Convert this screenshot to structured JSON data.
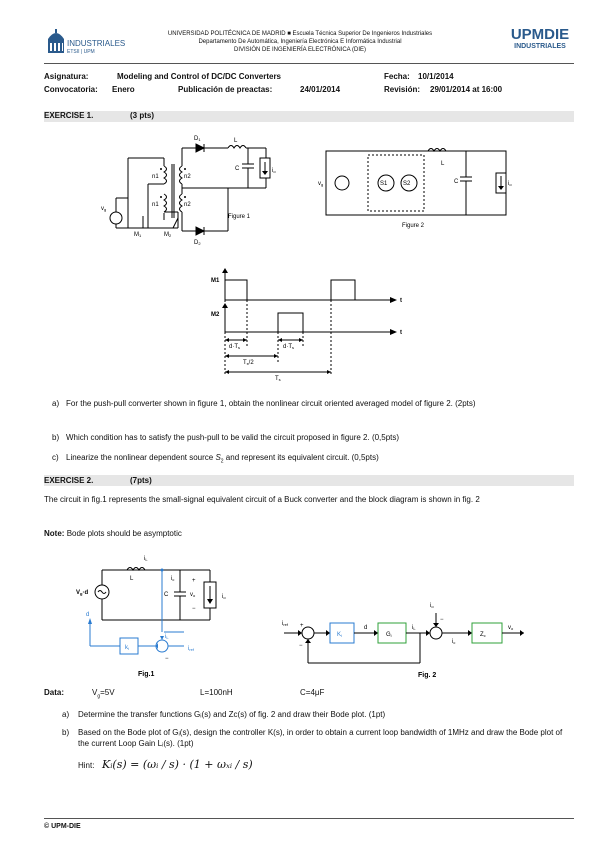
{
  "header": {
    "university": "UNIVERSIDAD POLITÉCNICA DE MADRID ■ Escuela Técnica Superior De Ingenieros Industriales",
    "department": "Departamento De Automática, Ingeniería Electrónica E Informática Industrial",
    "division": "DIVISIÓN DE INGENIERÍA ELECTRÓNICA (DIE)",
    "logo_left_text": "INDUSTRIALES",
    "logo_left_sub": "ETSII | UPM",
    "logo_right_main": "UPMDIE",
    "logo_right_sub": "INDUSTRIALES"
  },
  "meta": {
    "asignatura_label": "Asignatura:",
    "asignatura_value": "Modeling and Control of DC/DC Converters",
    "fecha_label": "Fecha:",
    "fecha_value": "10/1/2014",
    "convocatoria_label": "Convocatoria:",
    "convocatoria_value": "Enero",
    "publicacion_label": "Publicación de preactas:",
    "publicacion_value": "24/01/2014",
    "revision_label": "Revisión:",
    "revision_value": "29/01/2014 at 16:00"
  },
  "exercise1": {
    "title": "EXERCISE 1.",
    "points": "(3 pts)",
    "figure1_caption": "Figure 1",
    "figure2_caption": "Figure 2",
    "fig1_labels": {
      "d1": "D",
      "d1_sub": "1",
      "d2": "D",
      "d2_sub": "2",
      "l": "L",
      "c": "C",
      "io": "i",
      "io_sub": "o",
      "vg": "v",
      "vg_sub": "g",
      "m1": "M",
      "m1_sub": "1",
      "m2": "M",
      "m2_sub": "2",
      "n1a": "n1",
      "n2a": "n2",
      "n1b": "n1",
      "n2b": "n2"
    },
    "fig2_labels": {
      "vg": "v",
      "vg_sub": "g",
      "s1": "S1",
      "s2": "S2",
      "l": "L",
      "c": "C",
      "io": "i",
      "io_sub": "o"
    },
    "timing_labels": {
      "m1": "M1",
      "m2": "M2",
      "t1": "t",
      "t2": "t",
      "dts1": "d·T",
      "dts1_sub": "s",
      "dts2": "d·T",
      "dts2_sub": "s",
      "ts2": "T",
      "ts2_sub": "s",
      "ts2_div": "/2",
      "ts": "T",
      "ts_sub": "s"
    },
    "items": [
      {
        "label": "a)",
        "text": "For the push-pull converter shown in figure 1, obtain the nonlinear circuit oriented averaged model of figure 2. (2pts)"
      },
      {
        "label": "b)",
        "text": "Which condition has to satisfy the push-pull to be valid the circuit proposed in figure 2. (0,5pts)"
      },
      {
        "label": "c)",
        "text_pre": "Linearize the nonlinear dependent source ",
        "text_em": "S",
        "text_em_sub": "2",
        "text_post": " and represent its equivalent circuit. (0,5pts)"
      }
    ]
  },
  "exercise2": {
    "title": "EXERCISE 2.",
    "points": "(7pts)",
    "intro": "The circuit in fig.1 represents the small-signal equivalent circuit of a Buck converter and the block diagram is shown in fig. 2",
    "note_label": "Note:",
    "note_text": "Bode plots should be asymptotic",
    "fig1_caption": "Fig.1",
    "fig2_caption": "Fig. 2",
    "fig1_labels": {
      "vg": "V",
      "vg_sub": "g",
      "vg_d": "·d",
      "il": "i",
      "il_sub": "L",
      "l": "L",
      "ic": "i",
      "ic_sub": "c",
      "c": "C",
      "vo": "v",
      "vo_sub": "o",
      "io": "i",
      "io_sub": "o",
      "plus": "+",
      "minus": "−",
      "d": "d",
      "ki": "k",
      "ki_sub": "i",
      "iref": "i",
      "iref_sub": "ref",
      "il2": "i",
      "il2_sub": "L"
    },
    "fig2_labels": {
      "iref": "i",
      "iref_sub": "ref",
      "d": "d",
      "ki": "K",
      "ki_sub": "i",
      "gi": "G",
      "gi_sub": "i",
      "il": "i",
      "il_sub": "L",
      "io": "i",
      "io_sub": "o",
      "ic": "i",
      "ic_sub": "c",
      "zc": "Z",
      "zc_sub": "c",
      "vo": "v",
      "vo_sub": "o",
      "plus": "+",
      "minus": "−",
      "minus2": "−"
    },
    "data_label": "Data:",
    "data_vg": "V",
    "data_vg_sub": "g",
    "data_vg_val": "=5V",
    "data_l": "L=100nH",
    "data_c": "C=4μF",
    "items": [
      {
        "label": "a)",
        "text": "Determine the transfer functions Gᵢ(s) and Zᴄ(s) of fig. 2 and draw their Bode plot. (1pt)"
      },
      {
        "label": "b)",
        "text": "Based on the Bode plot of Gᵢ(s), design the controller K(s), in order to obtain a current loop bandwidth of 1MHz and draw the Bode plot of the current Loop Gain Lᵢ(s). (1pt)"
      }
    ],
    "hint_label": "Hint:",
    "hint_formula": "Kᵢ(s) = (ωᵢ / s) · (1 + ωₓᵢ / s)"
  },
  "footer": {
    "text": "© UPM-DIE"
  }
}
